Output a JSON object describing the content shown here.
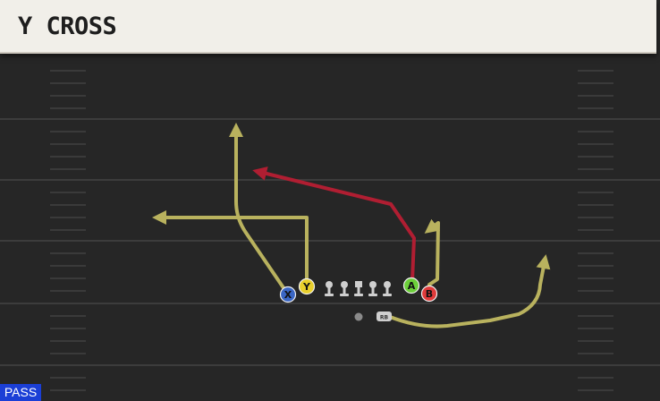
{
  "play": {
    "name": "Y CROSS",
    "type_badge": "PASS"
  },
  "receivers": [
    {
      "id": "x",
      "label": "X",
      "color": "#3a66c4",
      "route_color": "#b9b25e"
    },
    {
      "id": "y",
      "label": "Y",
      "color": "#e8cf2c",
      "route_color": "#b9b25e"
    },
    {
      "id": "a",
      "label": "A",
      "color": "#6ccf3a",
      "route_color": "#b01e32"
    },
    {
      "id": "b",
      "label": "B",
      "color": "#e03a3a",
      "route_color": "#b9b25e"
    },
    {
      "id": "rb",
      "label": "RB",
      "color": "#cfcfcf",
      "route_color": "#b9b25e"
    }
  ],
  "colors": {
    "field": "#262626",
    "yard_line": "#3c3c3c",
    "hash": "#3a3a3a",
    "lineman": "#cfcfcf"
  }
}
